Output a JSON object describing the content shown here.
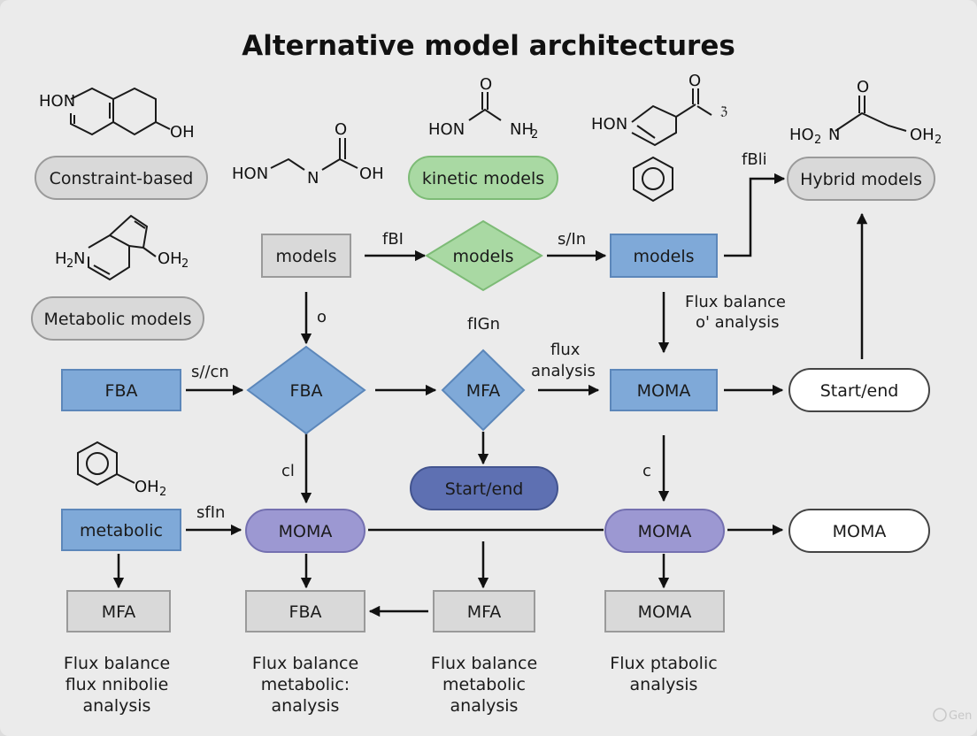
{
  "title": "Alternative model architectures",
  "nodes": {
    "constraint_based": "Constraint-based",
    "metabolic_models": "Metabolic models",
    "kinetic_models": "kinetic models",
    "hybrid_models": "Hybrid models",
    "models_rect_left": "models",
    "models_diamond": "models",
    "models_rect_right": "models",
    "fba_rect": "FBA",
    "fba_diamond": "FBA",
    "mfa_diamond": "MFA",
    "moma_rect_mid": "MOMA",
    "start_end_right": "Start/end",
    "start_end_center": "Start/end",
    "metabolic_rect": "metabolic",
    "moma_pill_left": "MOMA",
    "moma_pill_right": "MOMA",
    "moma_white_pill": "MOMA",
    "mfa_bottom_left": "MFA",
    "fba_bottom": "FBA",
    "mfa_bottom_mid": "MFA",
    "moma_bottom": "MOMA"
  },
  "edge_labels": {
    "fbi_top": "fBI",
    "s_in_top": "s/In",
    "fbli": "fBli",
    "o_label": "o",
    "fign": "fIGn",
    "flux_balance_1": "Flux balance",
    "flux_balance_2": "o' analysis",
    "flux_1": "flux",
    "flux_2": "analysis",
    "s_cn": "s/∕cn",
    "cl_label": "cl",
    "c_label": "c",
    "sfin": "sfIn"
  },
  "captions": {
    "col1": [
      "Flux balance",
      "flux nnibolie",
      "analysis"
    ],
    "col2": [
      "Flux balance",
      "metabolic:",
      "analysis"
    ],
    "col3": [
      "Flux balance",
      "metabolic",
      "analysis"
    ],
    "col4": [
      "Flux ptabolic",
      "analysis"
    ]
  },
  "molecules": {
    "mol1": [
      "HON",
      "OH"
    ],
    "mol2": [
      "HON",
      "N",
      "O",
      "OH"
    ],
    "mol3": [
      "O",
      "HON",
      "NH",
      "2"
    ],
    "mol4": [
      "O",
      "HON"
    ],
    "mol5": [
      "O",
      "HO",
      "2",
      "N",
      "OH",
      "2"
    ],
    "mol6": [
      "H",
      "2",
      "N",
      "OH",
      "2"
    ],
    "mol7": [
      "OH",
      "2"
    ]
  },
  "colors": {
    "gray_fill": "#d9d9d9",
    "gray_stroke": "#9a9a9a",
    "green_fill": "#a9d9a3",
    "green_stroke": "#7dbb76",
    "blue_fill": "#7fa9d8",
    "blue_stroke": "#5c87ba",
    "purple_fill": "#9c98d2",
    "purple_stroke": "#7470b0",
    "navy_fill": "#5e70b2",
    "navy_stroke": "#43548f",
    "white_fill": "#ffffff"
  },
  "watermark": "Gen"
}
